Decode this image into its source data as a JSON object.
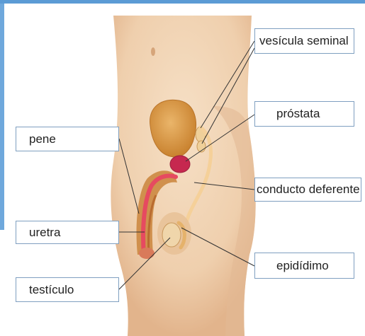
{
  "colors": {
    "skin": "#f1d4b3",
    "skin_shadow": "#e0b58d",
    "bladder": "#d89a45",
    "prostate": "#c6284f",
    "penis_tissue": "#d0904d",
    "urethra": "#e64a60",
    "duct": "#f5d099",
    "leader_line": "#333333",
    "box_border": "#7f9fc0",
    "accent_bar": "#5b9bd5"
  },
  "labels": {
    "vesicula_seminal": "vesícula seminal",
    "prostata": "próstata",
    "pene": "pene",
    "conducto_deferente": "conducto deferente",
    "uretra": "uretra",
    "epididimo": "epidídimo",
    "testiculo": "testículo"
  }
}
